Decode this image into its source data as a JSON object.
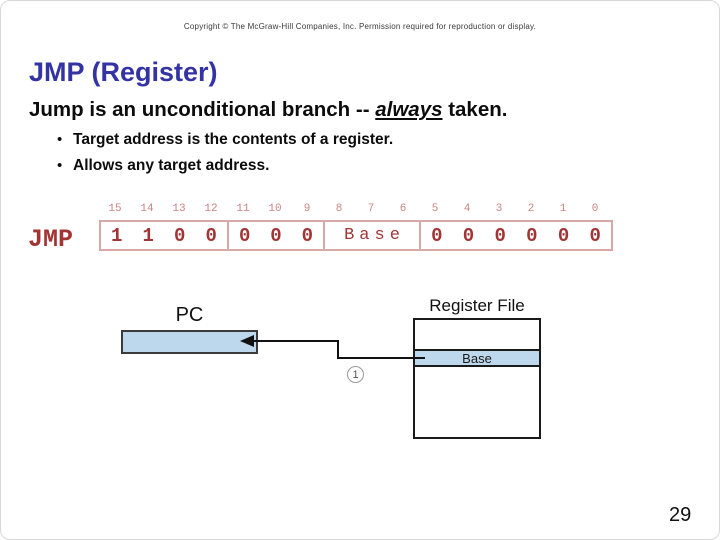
{
  "slide": {
    "copyright": "Copyright © The McGraw-Hill Companies, Inc. Permission required for reproduction or display.",
    "title": "JMP (Register)",
    "lead_prefix": "Jump is an unconditional branch -- ",
    "lead_emphasis": "always",
    "lead_suffix": " taken.",
    "bullet_char": "•",
    "bullets": [
      "Target address is the contents of a register.",
      "Allows any target address."
    ],
    "page_number": "29"
  },
  "instruction_format": {
    "mnemonic": "JMP",
    "bit_numbers": [
      "15",
      "14",
      "13",
      "12",
      "11",
      "10",
      "9",
      "8",
      "7",
      "6",
      "5",
      "4",
      "3",
      "2",
      "1",
      "0"
    ],
    "fields": [
      {
        "name": "opcode",
        "bits": [
          "1",
          "1",
          "0",
          "0"
        ]
      },
      {
        "name": "unused-high",
        "bits": [
          "0",
          "0",
          "0"
        ]
      },
      {
        "name": "base",
        "label": "Base"
      },
      {
        "name": "unused-low",
        "bits": [
          "0",
          "0",
          "0",
          "0",
          "0",
          "0"
        ]
      }
    ],
    "colors": {
      "text": "#a13535",
      "box_border": "#d8a8a8",
      "bit_numbers": "#c98585"
    }
  },
  "datapath": {
    "pc_label": "PC",
    "register_file_label": "Register File",
    "base_row_label": "Base",
    "step_marker": "1",
    "colors": {
      "register_fill": "#bdd7ec",
      "wire": "#111111"
    }
  },
  "theme": {
    "title_color": "#3333a3",
    "body_color": "#0c0c0c",
    "background": "#ffffff"
  }
}
